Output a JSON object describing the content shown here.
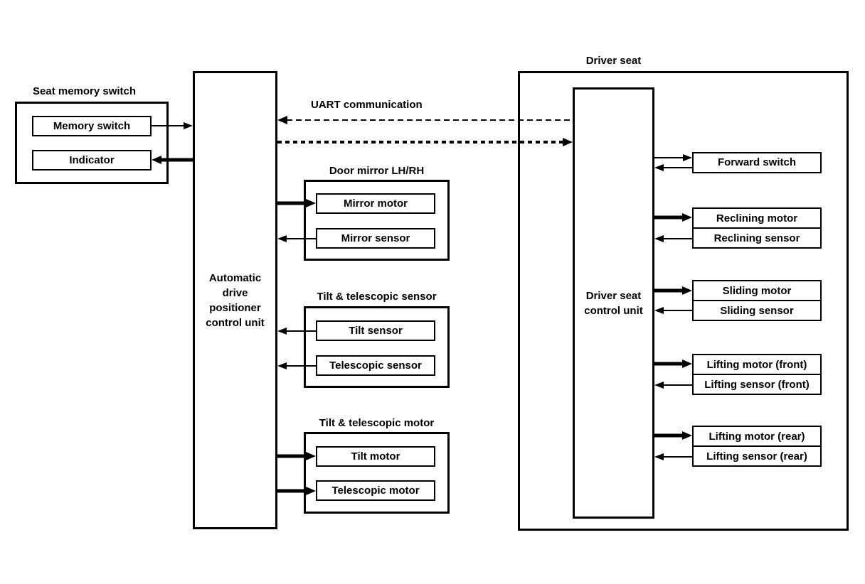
{
  "colors": {
    "line": "#000000",
    "background": "#ffffff"
  },
  "seat_memory": {
    "title": "Seat memory switch",
    "memory_switch": "Memory switch",
    "indicator": "Indicator"
  },
  "adp_unit": {
    "lines": [
      "Automatic",
      "drive",
      "positioner",
      "control unit"
    ]
  },
  "uart": {
    "label": "UART communication"
  },
  "door_mirror": {
    "title": "Door mirror LH/RH",
    "motor": "Mirror motor",
    "sensor": "Mirror sensor"
  },
  "tilt_telescopic_sensor": {
    "title": "Tilt & telescopic sensor",
    "tilt": "Tilt sensor",
    "telescopic": "Telescopic sensor"
  },
  "tilt_telescopic_motor": {
    "title": "Tilt & telescopic motor",
    "tilt": "Tilt motor",
    "telescopic": "Telescopic motor"
  },
  "driver_seat": {
    "title": "Driver seat",
    "control_unit_lines": [
      "Driver seat",
      "control unit"
    ],
    "forward_switch": "Forward switch",
    "pairs": [
      {
        "motor": "Reclining motor",
        "sensor": "Reclining sensor"
      },
      {
        "motor": "Sliding motor",
        "sensor": "Sliding sensor"
      },
      {
        "motor": "Lifting motor (front)",
        "sensor": "Lifting sensor (front)"
      },
      {
        "motor": "Lifting motor (rear)",
        "sensor": "Lifting sensor (rear)"
      }
    ]
  }
}
